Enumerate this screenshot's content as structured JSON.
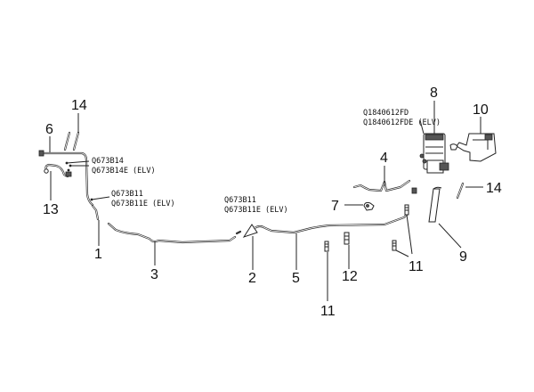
{
  "callouts": {
    "n1": "1",
    "n2": "2",
    "n3": "3",
    "n4": "4",
    "n5": "5",
    "n6": "6",
    "n7": "7",
    "n8": "8",
    "n9": "9",
    "n10": "10",
    "n11a": "11",
    "n11b": "11",
    "n12": "12",
    "n13": "13",
    "n14a": "14",
    "n14b": "14"
  },
  "codes": {
    "q673b14": "Q673B14",
    "q673b14e": "Q673B14E (ELV)",
    "q673b11_left": "Q673B11",
    "q673b11e_left": "Q673B11E (ELV)",
    "q673b11_mid": "Q673B11",
    "q673b11e_mid": "Q673B11E (ELV)",
    "q1840612fd": "Q1840612FD",
    "q1840612fde": "Q1840612FDE (ELV)"
  }
}
